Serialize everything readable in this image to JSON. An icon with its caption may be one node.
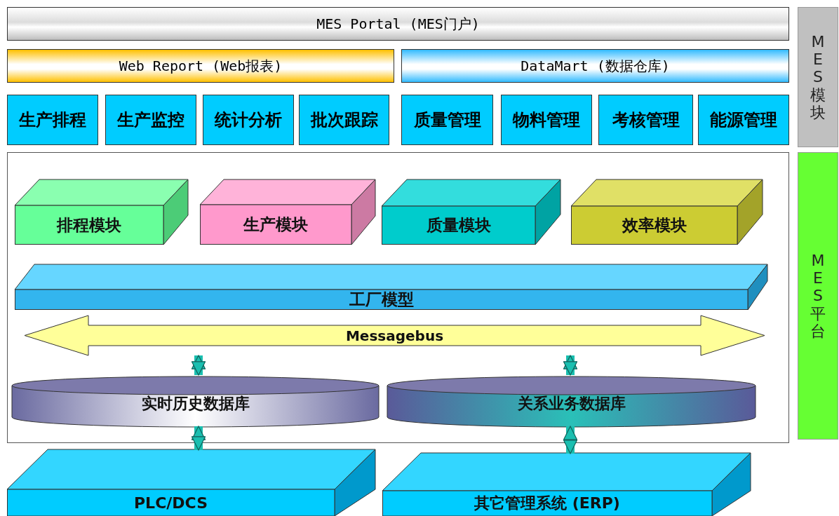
{
  "diagram": {
    "nodes": [
      {
        "text": [
          "MES Portal (MES门户)"
        ]
      },
      {
        "text": [
          "Web Report (Web报表)"
        ]
      },
      {
        "text": [
          "DataMart (数据仓库)"
        ]
      },
      {
        "text": [
          "生产排程"
        ]
      },
      {
        "text": [
          "生产监控"
        ]
      },
      {
        "text": [
          "统计分析"
        ]
      },
      {
        "text": [
          "批次跟踪"
        ]
      },
      {
        "text": [
          "质量管理"
        ]
      },
      {
        "text": [
          "物料管理"
        ]
      },
      {
        "text": [
          "考核管理"
        ]
      },
      {
        "text": [
          "能源管理"
        ]
      },
      {
        "text": [
          "MES 模块"
        ]
      },
      {
        "text": [],
        "shape": "box"
      },
      {
        "text": [
          "排程模块"
        ],
        "in": 12
      },
      {
        "text": [
          "生产模块"
        ],
        "in": 12
      },
      {
        "text": [
          "质量模块"
        ],
        "in": 12
      },
      {
        "text": [
          "效率模块"
        ],
        "in": 12
      },
      {
        "text": [
          "工厂模型"
        ],
        "in": 12
      },
      {
        "text": [
          "Messagebus"
        ],
        "in": 12
      },
      {
        "text": [
          "实时历史数据库"
        ],
        "in": 12
      },
      {
        "text": [
          "关系业务数据库"
        ],
        "in": 12
      },
      {
        "text": [
          "PLC/DCS"
        ]
      },
      {
        "text": [
          "其它管理系统 (ERP)"
        ]
      },
      {
        "text": [
          "MES平台"
        ]
      }
    ],
    "edges": [
      {
        "from": 18,
        "to": 19,
        "arrow": "both"
      },
      {
        "from": 18,
        "to": 20,
        "arrow": "both"
      },
      {
        "from": 19,
        "to": 21,
        "arrow": "both"
      },
      {
        "from": 20,
        "to": 22,
        "arrow": "both"
      }
    ]
  }
}
